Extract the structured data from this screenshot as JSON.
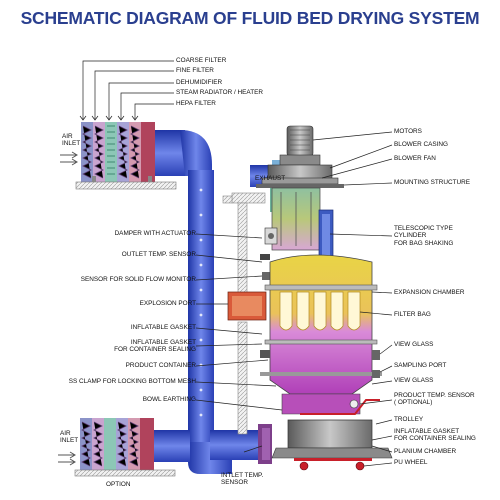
{
  "title": "SCHEMATIC DIAGRAM OF FLUID BED DRYING SYSTEM",
  "filter_labels": [
    "COARSE FILTER",
    "FINE FILTER",
    "DEHUMIDIFIER",
    "STEAM RADIATOR / HEATER",
    "HEPA FILTER"
  ],
  "air_inlet_top": "AIR\nINLET",
  "air_inlet_bottom": "AIR\nINLET",
  "option": "OPTION",
  "exhaust": "EXHAUST",
  "inlet_temp_sensor": "INTLET TEMP.\nSENSOR",
  "left_labels": [
    "DAMPER WITH ACTUATOR",
    "OUTLET TEMP. SENSOR",
    "SENSOR FOR SOLID FLOW MONITOR",
    "EXPLOSION PORT",
    "INFLATABLE GASKET",
    "INFLATABLE GASKET\nFOR CONTAINER SEALING",
    "PRODUCT CONTAINER",
    "SS CLAMP FOR LOCKING BOTTOM MESH",
    "BOWL EARTHING"
  ],
  "right_labels": [
    "MOTORS",
    "BLOWER CASING",
    "BLOWER FAN",
    "MOUNTING STRUCTURE",
    "TELESCOPIC TYPE\nCYLINDER\nFOR BAG SHAKING",
    "EXPANSION CHAMBER",
    "FILTER BAG",
    "VIEW GLASS",
    "SAMPLING PORT",
    "VIEW GLASS",
    "PRODUCT TEMP. SENSOR\n( OPTIONAL)",
    "TROLLEY",
    "INFLATABLE GASKET\nFOR CONTAINER SEALING",
    "PLANIUM CHAMBER",
    "PU WHEEL"
  ],
  "colors": {
    "title": "#2a3f8f",
    "duct_blue": "#3a55c8",
    "expansion_yellow": "#e8d23a",
    "product_magenta": "#c04fc6",
    "trolley_red": "#c8202a"
  }
}
